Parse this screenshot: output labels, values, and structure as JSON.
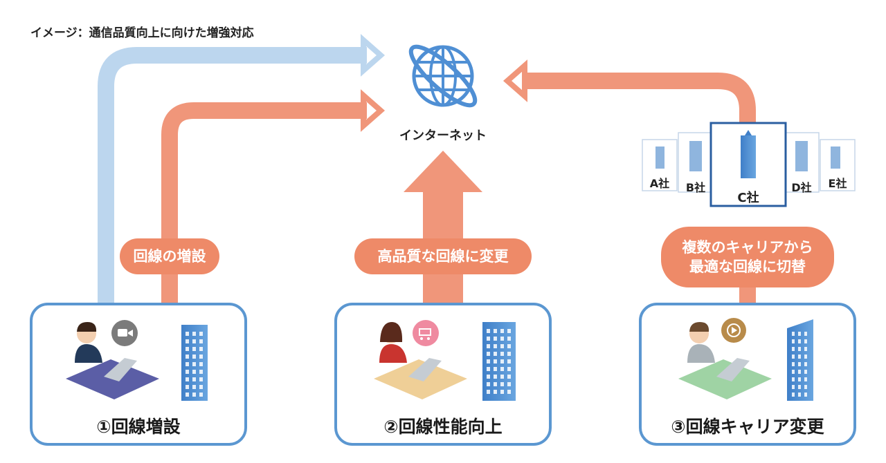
{
  "heading": "イメージ：通信品質向上に向けた増強対応",
  "internet": {
    "label": "インターネット",
    "icon": "globe-icon"
  },
  "carriers": [
    {
      "label": "A社",
      "selected": false
    },
    {
      "label": "B社",
      "selected": false
    },
    {
      "label": "C社",
      "selected": true
    },
    {
      "label": "D社",
      "selected": false
    },
    {
      "label": "E社",
      "selected": false
    }
  ],
  "cases": [
    {
      "caption": "①回線増設",
      "tag_lines": [
        "回線の増設"
      ],
      "app_icon": "video-camera-icon",
      "desk_color": "#5b5ea6",
      "shirt_color": "#233a5a"
    },
    {
      "caption": "②回線性能向上",
      "tag_lines": [
        "高品質な回線に変更"
      ],
      "app_icon": "shopping-cart-icon",
      "desk_color": "#efcf97",
      "shirt_color": "#c9342f"
    },
    {
      "caption": "③回線キャリア変更",
      "tag_lines": [
        "複数のキャリアから",
        "最適な回線に切替"
      ],
      "app_icon": "play-button-icon",
      "desk_color": "#9fd3a4",
      "shirt_color": "#a9b2b8"
    }
  ],
  "colors": {
    "arrow_orange": "#f0967a",
    "arrow_blue": "#bcd6ee",
    "box_border": "#5b97d1",
    "pill": "#ee8a68",
    "building": "#4f8fd4",
    "selected_border": "#2a5ea0"
  }
}
